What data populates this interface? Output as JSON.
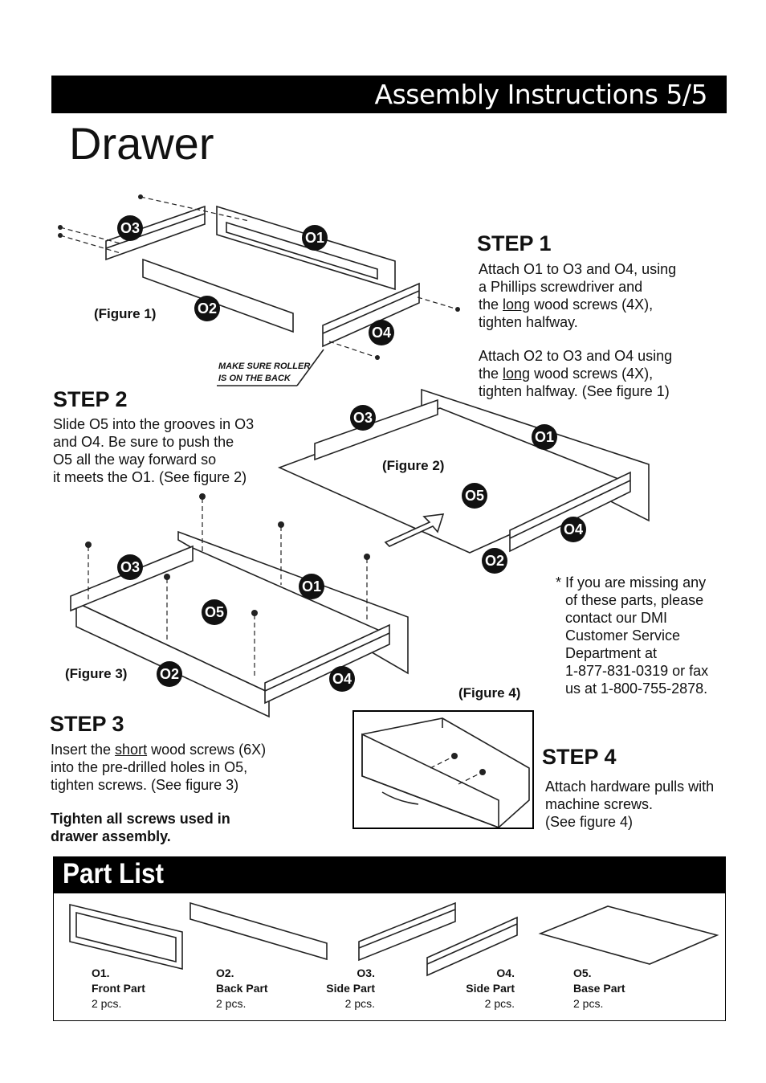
{
  "header": {
    "title": "Assembly Instructions 5/5"
  },
  "page_title": "Drawer",
  "steps": {
    "step1": {
      "heading": "STEP 1",
      "p1": {
        "l1": "Attach O1 to O3 and O4, using",
        "l2a": "a ",
        "l2b": "Phillips screwdriver",
        "l2c": " and",
        "l3a": "the ",
        "l3b": "long",
        "l3c": " wood screws (4X),",
        "l4": "tighten halfway."
      },
      "p2": {
        "l1": "Attach O2 to O3 and O4 using",
        "l2a": "the ",
        "l2b": "long",
        "l2c": " wood screws (4X),",
        "l3": "tighten halfway. (See figure 1)"
      }
    },
    "step2": {
      "heading": "STEP 2",
      "l1": "Slide O5 into the grooves in O3",
      "l2": "and O4. Be sure to push the",
      "l3": "O5 all the way forward so",
      "l4": "it meets the O1. (See figure 2)"
    },
    "step3": {
      "heading": "STEP 3",
      "l1a": "Insert the ",
      "l1b": "short",
      "l1c": " wood screws (6X)",
      "l2": "into the pre-drilled holes in O5,",
      "l3": "tighten screws. (See figure 3)",
      "bold1": "Tighten all screws used in",
      "bold2": "drawer assembly."
    },
    "step4": {
      "heading": "STEP 4",
      "l1": "Attach hardware pulls with",
      "l2": "machine screws.",
      "l3": "(See figure 4)"
    }
  },
  "figures": {
    "fig1": "(Figure 1)",
    "fig2": "(Figure 2)",
    "fig3": "(Figure 3)",
    "fig4": "(Figure 4)",
    "roller_note_l1": "MAKE SURE ROLLER",
    "roller_note_l2": "IS ON THE BACK"
  },
  "badges": {
    "o1": "O1",
    "o2": "O2",
    "o3": "O3",
    "o4": "O4",
    "o5": "O5"
  },
  "missing_parts": {
    "l1": "* If you are missing any",
    "l2": "of these parts, please",
    "l3": "contact our DMI",
    "l4": "Customer Service",
    "l5": "Department at",
    "l6": "1-877-831-0319 or fax",
    "l7": "us at 1-800-755-2878."
  },
  "part_list": {
    "title": "Part List",
    "parts": [
      {
        "code": "O1.",
        "name": "Front Part",
        "qty": "2 pcs."
      },
      {
        "code": "O2.",
        "name": "Back Part",
        "qty": "2 pcs."
      },
      {
        "code": "O3.",
        "name": "Side Part",
        "qty": "2 pcs."
      },
      {
        "code": "O4.",
        "name": "Side Part",
        "qty": "2 pcs."
      },
      {
        "code": "O5.",
        "name": "Base Part",
        "qty": "2 pcs."
      }
    ]
  }
}
